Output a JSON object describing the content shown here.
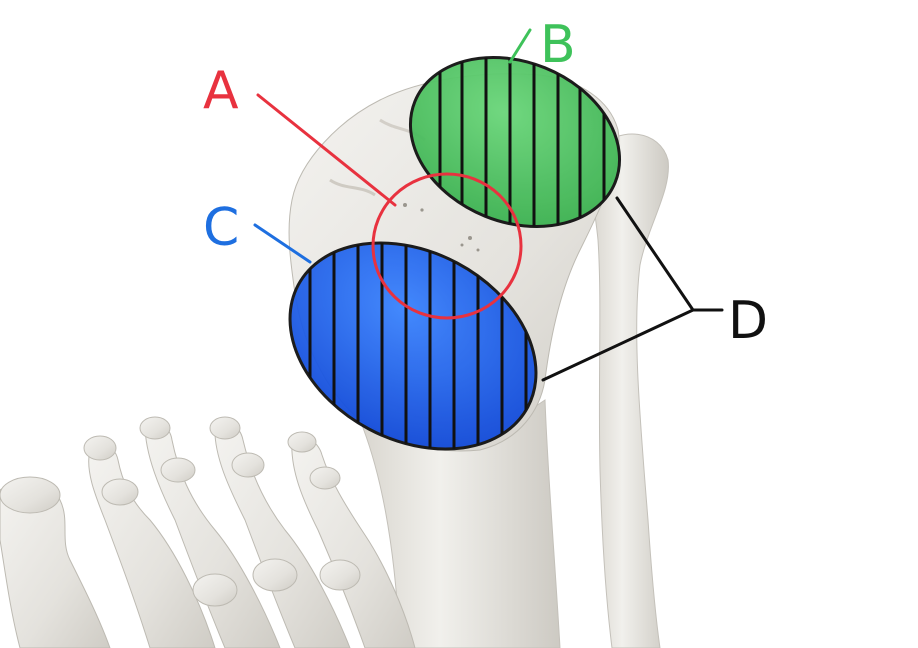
{
  "labels": {
    "a": "A",
    "b": "B",
    "c": "C",
    "d": "D"
  },
  "colors": {
    "label_a": "#e8323f",
    "label_b": "#3ec25a",
    "label_c": "#1e6fe0",
    "label_d": "#111111",
    "region_b_fill": "#49c45e",
    "region_c_fill": "#1a5ef0",
    "bone": "#e6e4df",
    "bone_shadow": "#c9c6bf"
  }
}
